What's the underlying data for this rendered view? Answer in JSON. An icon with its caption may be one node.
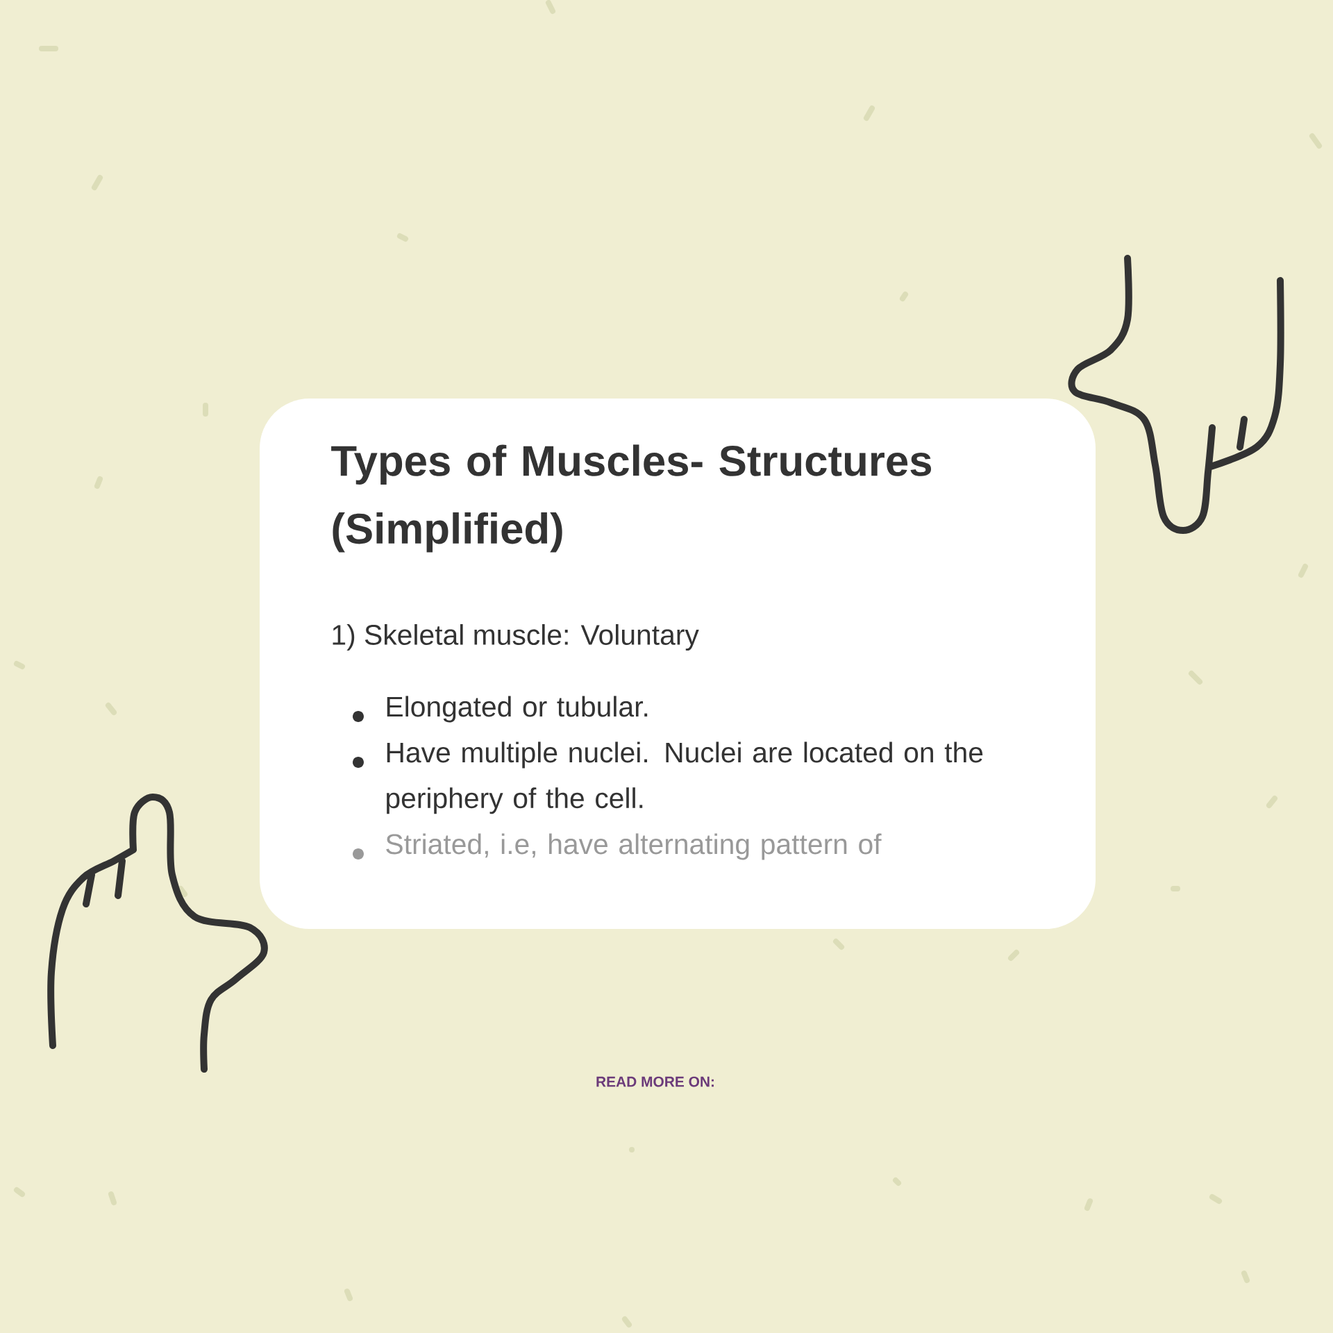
{
  "diagram": {
    "nodes": [
      {
        "text": [
          "Types of Muscles- Structures (Simplified)",
          "1) Skeletal muscle: Voluntary",
          "Elongated or tubular.",
          "Have multiple nuclei. Nuclei are located on the periphery of the cell.",
          "Striated, i.e, have alternating pattern of"
        ]
      }
    ],
    "labels": [
      "READ MORE ON:"
    ]
  }
}
